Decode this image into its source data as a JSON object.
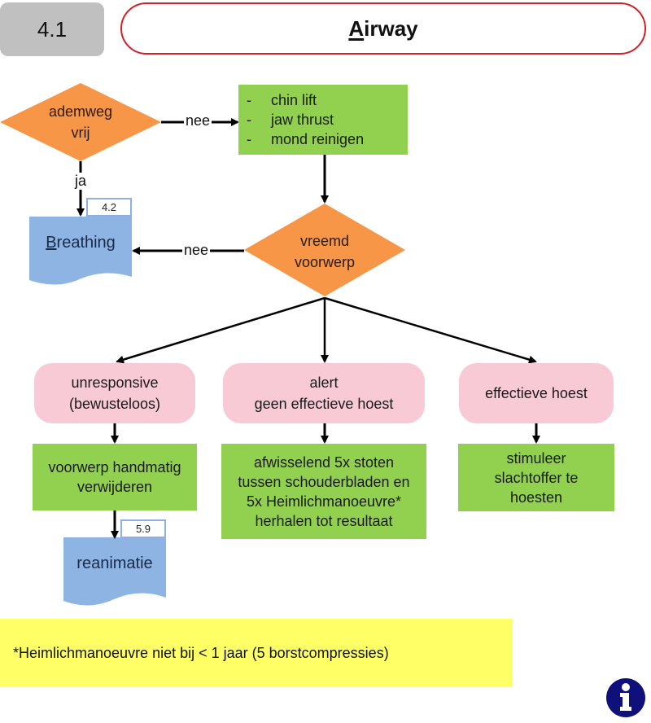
{
  "header": {
    "section_number": "4.1",
    "title_first_letter": "A",
    "title_rest": "irway"
  },
  "colors": {
    "decision": "#f79646",
    "action": "#92d050",
    "state": "#f7cad6",
    "reference": "#8eb4e3",
    "note": "#ffff66",
    "title_border": "#d0202a",
    "info_icon": "#10107a"
  },
  "nodes": {
    "airway_clear": {
      "line1": "ademweg",
      "line2": "vrij"
    },
    "airway_actions": {
      "items": [
        "chin lift",
        "jaw thrust",
        "mond reinigen"
      ],
      "bullet": "-"
    },
    "breathing_ref": {
      "first_letter": "B",
      "rest": "reathing",
      "ref": "4.2"
    },
    "foreign_body": {
      "line1": "vreemd",
      "line2": "voorwerp"
    },
    "unresponsive": {
      "line1": "unresponsive",
      "line2": "(bewusteloos)"
    },
    "alert": {
      "line1": "alert",
      "line2": "geen effectieve hoest"
    },
    "effective_cough": {
      "line1": "effectieve hoest"
    },
    "manual_removal": {
      "line1": "voorwerp handmatig",
      "line2": "verwijderen"
    },
    "back_blows": {
      "line1": "afwisselend 5x stoten",
      "line2": "tussen schouderbladen en",
      "line3": "5x Heimlichmanoeuvre*",
      "line4": "herhalen tot resultaat"
    },
    "stimulate_cough": {
      "line1": "stimuleer",
      "line2": "slachtoffer te",
      "line3": "hoesten"
    },
    "cpr_ref": {
      "label": "reanimatie",
      "ref": "5.9"
    }
  },
  "edges": {
    "no_label": "nee",
    "yes_label": "ja"
  },
  "footnote": "*Heimlichmanoeuvre niet bij < 1 jaar (5 borstcompressies)",
  "info_icon": "info-icon"
}
